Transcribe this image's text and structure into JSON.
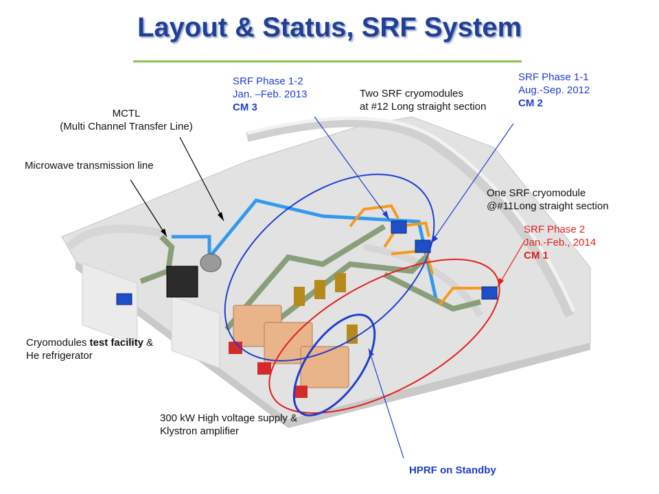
{
  "title": "Layout & Status, SRF System",
  "labels": {
    "phase12": {
      "line1": "SRF Phase 1-2",
      "line2": "Jan. –Feb. 2013",
      "line3": "CM 3"
    },
    "phase11": {
      "line1": "SRF Phase 1-1",
      "line2": "Aug.-Sep. 2012",
      "line3": "CM 2"
    },
    "two_cm": {
      "line1": "Two SRF cryomodules",
      "line2": "at #12 Long straight section"
    },
    "mctl": {
      "line1": "MCTL",
      "line2": "(Multi Channel Transfer Line)"
    },
    "microwave": "Microwave transmission line",
    "one_cm": {
      "line1": "One SRF cryomodule",
      "line2": "@#11Long straight section"
    },
    "phase2": {
      "line1": "SRF Phase 2",
      "line2": "Jan.-Feb., 2014",
      "line3": "CM 1"
    },
    "test_facility": {
      "pre": "Cryomodules ",
      "bold": "test facility",
      "post": " &",
      "line2": "He refrigerator"
    },
    "klystron": {
      "line1": "300 kW High voltage supply &",
      "line2": "Klystron amplifier"
    },
    "hprf": "HPRF on Standby"
  },
  "colors": {
    "title": "#1f3f99",
    "rule": "#8bc34a",
    "blue_text": "#1f3ccf",
    "red_text": "#e0201b",
    "building": "#e4e4e4",
    "transfer_line": "#3399ee",
    "waveguide": "#8a9e7a",
    "cryo_orange": "#f59a1a",
    "cryomodule": "#1e4fc8",
    "klystron": "#e9b48a",
    "klystron_base": "#d42a2a"
  }
}
